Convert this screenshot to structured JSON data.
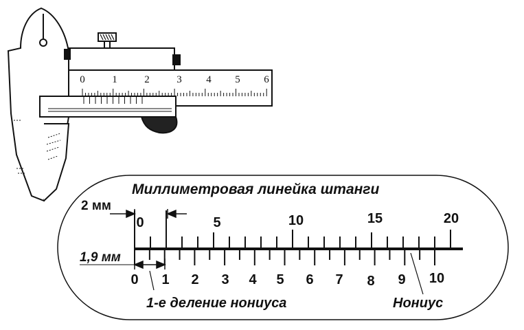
{
  "caliper": {
    "scale_numbers": [
      "0",
      "1",
      "2",
      "3",
      "4",
      "5",
      "6"
    ]
  },
  "detail": {
    "title": "Миллиметровая линейка штанги",
    "main_scale_numbers": [
      "0",
      "5",
      "10",
      "15",
      "20"
    ],
    "vernier_numbers": [
      "0",
      "1",
      "2",
      "3",
      "4",
      "5",
      "6",
      "7",
      "8",
      "9",
      "10"
    ],
    "label_2mm": "2 мм",
    "label_1_9mm": "1,9 мм",
    "label_first_division": "1-е деление нониуса",
    "label_vernier": "Нониус"
  }
}
